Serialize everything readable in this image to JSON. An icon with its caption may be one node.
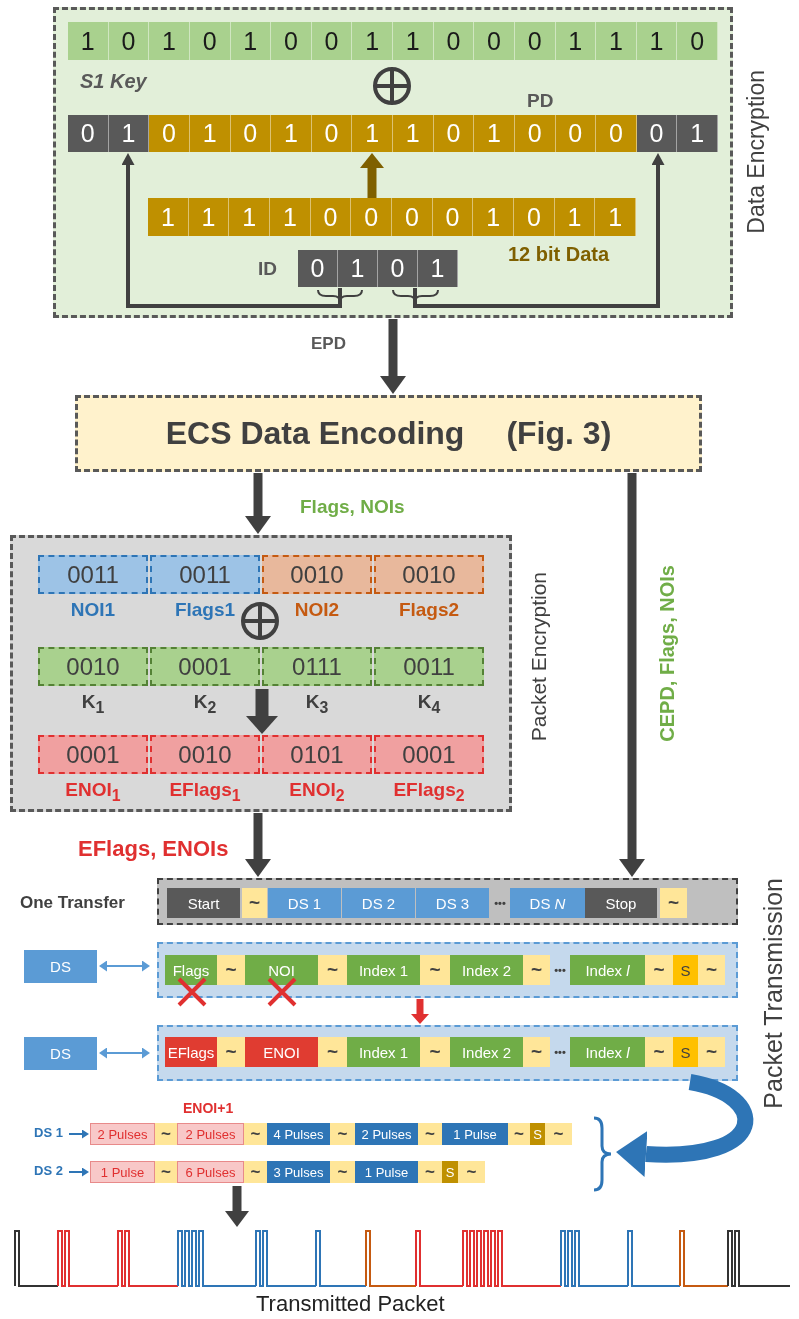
{
  "diagram": {
    "nodes": [
      {
        "text": [
          "Data Encryption"
        ]
      },
      {
        "text": [
          "1",
          "0",
          "1",
          "0",
          "1",
          "0",
          "0",
          "1",
          "1",
          "0",
          "0",
          "0",
          "1",
          "1",
          "1",
          "0"
        ],
        "in": 0,
        "beside": [
          "S1 Key"
        ]
      },
      {
        "text": [
          "0",
          "1",
          "0",
          "1",
          "0",
          "1",
          "0",
          "1",
          "1",
          "0",
          "1",
          "0",
          "0",
          "0",
          "0",
          "1"
        ],
        "in": 0,
        "beside": [
          "PD"
        ]
      },
      {
        "text": [
          "1",
          "1",
          "1",
          "1",
          "0",
          "0",
          "0",
          "0",
          "1",
          "0",
          "1",
          "1"
        ],
        "in": 0,
        "beside": [
          "12 bit Data"
        ]
      },
      {
        "text": [
          "0",
          "1",
          "0",
          "1"
        ],
        "in": 0,
        "beside": [
          "ID"
        ]
      },
      {
        "text": [
          "ECS Data Encoding",
          "(Fig. 3)"
        ]
      },
      {
        "text": [
          "Packet Encryption"
        ]
      },
      {
        "text": [
          "0011"
        ],
        "in": 6,
        "beside": [
          "NOI1"
        ]
      },
      {
        "text": [
          "0011"
        ],
        "in": 6,
        "beside": [
          "Flags1"
        ]
      },
      {
        "text": [
          "0010"
        ],
        "in": 6,
        "beside": [
          "NOI2"
        ]
      },
      {
        "text": [
          "0010"
        ],
        "in": 6,
        "beside": [
          "Flags2"
        ]
      },
      {
        "text": [
          "0010"
        ],
        "in": 6,
        "beside": [
          "K$_{1}$"
        ]
      },
      {
        "text": [
          "0001"
        ],
        "in": 6,
        "beside": [
          "K$_{2}$"
        ]
      },
      {
        "text": [
          "0111"
        ],
        "in": 6,
        "beside": [
          "K$_{3}$"
        ]
      },
      {
        "text": [
          "0011"
        ],
        "in": 6,
        "beside": [
          "K$_{4}$"
        ]
      },
      {
        "text": [
          "0001"
        ],
        "in": 6,
        "beside": [
          "ENOI$_{1}$"
        ]
      },
      {
        "text": [
          "0010"
        ],
        "in": 6,
        "beside": [
          "EFlags$_{1}$"
        ]
      },
      {
        "text": [
          "0101"
        ],
        "in": 6,
        "beside": [
          "ENOI$_{2}$"
        ]
      },
      {
        "text": [
          "0001"
        ],
        "in": 6,
        "beside": [
          "EFlags$_{2}$"
        ]
      },
      {
        "text": [
          "Start",
          "~",
          "DS 1",
          "DS 2",
          "DS 3",
          "•••",
          "DS *N*",
          "Stop",
          "~"
        ],
        "beside": [
          "One Transfer"
        ]
      },
      {
        "text": [
          "DS"
        ]
      },
      {
        "text": [
          "Flags",
          "~",
          "NOI",
          "~",
          "Index 1",
          "~",
          "Index 2",
          "~",
          "•••",
          "Index *l*",
          "~",
          "S",
          "~"
        ]
      },
      {
        "text": [
          "DS"
        ]
      },
      {
        "text": [
          "EFlags",
          "~",
          "ENOI",
          "~",
          "Index 1",
          "~",
          "Index 2",
          "~",
          "•••",
          "Index *l*",
          "~",
          "S",
          "~"
        ]
      },
      {
        "text": [
          "DS 1"
        ]
      },
      {
        "text": [
          "2 Pulses",
          "~",
          "2 Pulses",
          "~",
          "4 Pulses",
          "~",
          "2 Pulses",
          "~",
          "1 Pulse",
          "~",
          "S",
          "~"
        ]
      },
      {
        "text": [
          "DS 2"
        ]
      },
      {
        "text": [
          "1 Pulse",
          "~",
          "6 Pulses",
          "~",
          "3 Pulses",
          "~",
          "1 Pulse",
          "~",
          "S",
          "~"
        ]
      },
      {
        "text": [
          "Transmitted Packet"
        ]
      },
      {
        "text": [],
        "shape": "brace"
      }
    ],
    "edges": [
      {
        "from": 3,
        "to": 2,
        "arrow": "to",
        "color": "#7f6000"
      },
      {
        "from": 4,
        "to": 2,
        "arrow": "to"
      },
      {
        "from": 4,
        "to": 2,
        "arrow": "to"
      },
      {
        "from": 0,
        "to": 5,
        "arrow": "to",
        "label": "EPD"
      },
      {
        "from": 5,
        "to": 6,
        "arrow": "to",
        "label": "Flags, NOIs"
      },
      {
        "from": 5,
        "to": 19,
        "arrow": "to",
        "label": "CEPD, Flags, NOIs"
      },
      {
        "from": 12,
        "to": 16,
        "arrow": "to"
      },
      {
        "from": 6,
        "to": 19,
        "arrow": "to",
        "label": "EFlags, ENOIs"
      },
      {
        "from": 20,
        "to": 21,
        "arrow": "both",
        "color": "#5b9bd5"
      },
      {
        "from": 22,
        "to": 23,
        "arrow": "both",
        "color": "#5b9bd5"
      },
      {
        "from": 21,
        "to": 23,
        "arrow": "to",
        "color": "#e03030"
      },
      {
        "from": 23,
        "to": 29,
        "arrow": "to",
        "color": "#2e75b6"
      },
      {
        "from": 24,
        "to": 25,
        "arrow": "to",
        "color": "#2e75b6"
      },
      {
        "from": 26,
        "to": 27,
        "arrow": "to",
        "color": "#2e75b6"
      },
      {
        "from": 27,
        "to": 28,
        "arrow": "to"
      }
    ],
    "labels": [
      "ENOI+1",
      "Packet Transmission"
    ]
  }
}
